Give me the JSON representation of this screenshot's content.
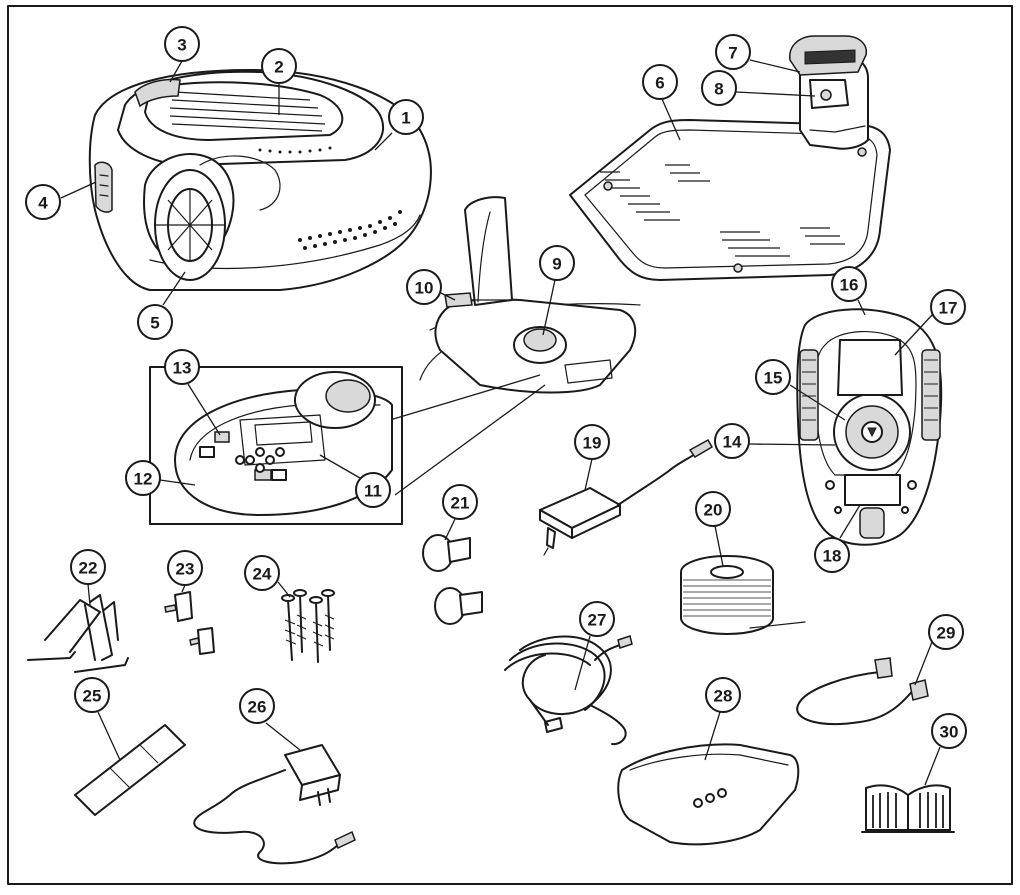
{
  "diagram": {
    "callouts": [
      {
        "id": "1",
        "label": "1"
      },
      {
        "id": "2",
        "label": "2"
      },
      {
        "id": "3",
        "label": "3"
      },
      {
        "id": "4",
        "label": "4"
      },
      {
        "id": "5",
        "label": "5"
      },
      {
        "id": "6",
        "label": "6"
      },
      {
        "id": "7",
        "label": "7"
      },
      {
        "id": "8",
        "label": "8"
      },
      {
        "id": "9",
        "label": "9"
      },
      {
        "id": "10",
        "label": "10"
      },
      {
        "id": "11",
        "label": "11"
      },
      {
        "id": "12",
        "label": "12"
      },
      {
        "id": "13",
        "label": "13"
      },
      {
        "id": "14",
        "label": "14"
      },
      {
        "id": "15",
        "label": "15"
      },
      {
        "id": "16",
        "label": "16"
      },
      {
        "id": "17",
        "label": "17"
      },
      {
        "id": "18",
        "label": "18"
      },
      {
        "id": "19",
        "label": "19"
      },
      {
        "id": "20",
        "label": "20"
      },
      {
        "id": "21",
        "label": "21"
      },
      {
        "id": "22",
        "label": "22"
      },
      {
        "id": "23",
        "label": "23"
      },
      {
        "id": "24",
        "label": "24"
      },
      {
        "id": "25",
        "label": "25"
      },
      {
        "id": "26",
        "label": "26"
      },
      {
        "id": "27",
        "label": "27"
      },
      {
        "id": "28",
        "label": "28"
      },
      {
        "id": "29",
        "label": "29"
      },
      {
        "id": "30",
        "label": "30"
      }
    ]
  }
}
